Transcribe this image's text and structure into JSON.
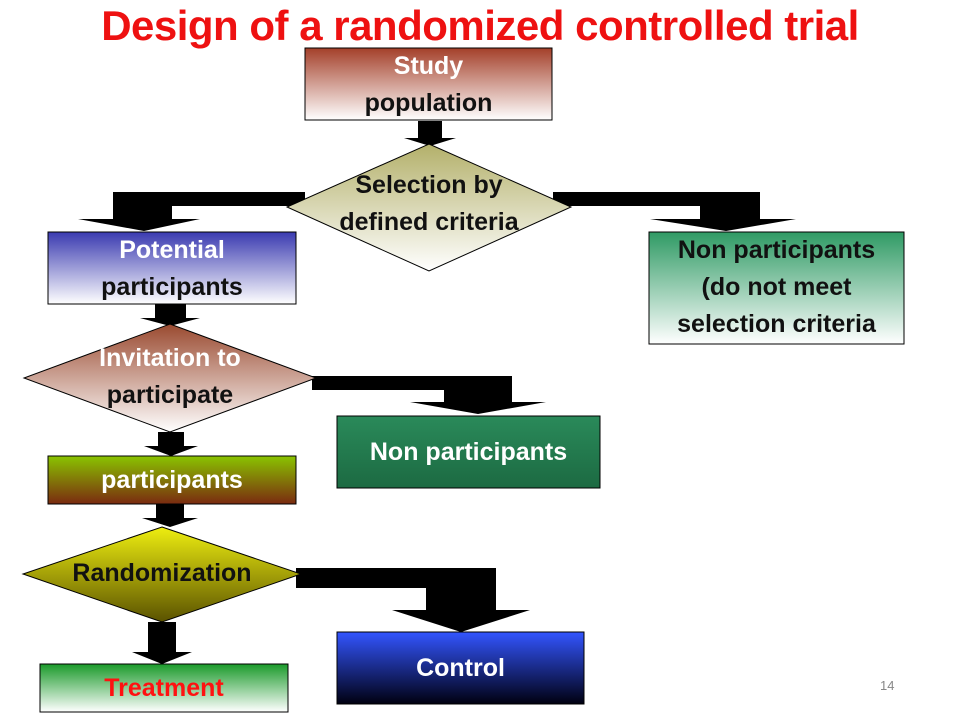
{
  "title": "Design of a randomized controlled trial",
  "nodes": {
    "study_population": {
      "line1": "Study",
      "line2": "population"
    },
    "selection": {
      "line1": "Selection by",
      "line2": "defined criteria"
    },
    "potential": {
      "line1": "Potential",
      "line2": "participants"
    },
    "non_participants_criteria": {
      "line1": "Non participants",
      "line2": "(do not meet",
      "line3": "selection criteria"
    },
    "invitation": {
      "line1": "Invitation to",
      "line2": "participate"
    },
    "non_participants": {
      "line1": "Non participants"
    },
    "participants": {
      "line1": "participants"
    },
    "randomization": {
      "line1": "Randomization"
    },
    "treatment": {
      "line1": "Treatment"
    },
    "control": {
      "line1": "Control"
    }
  },
  "slide_number": "14"
}
